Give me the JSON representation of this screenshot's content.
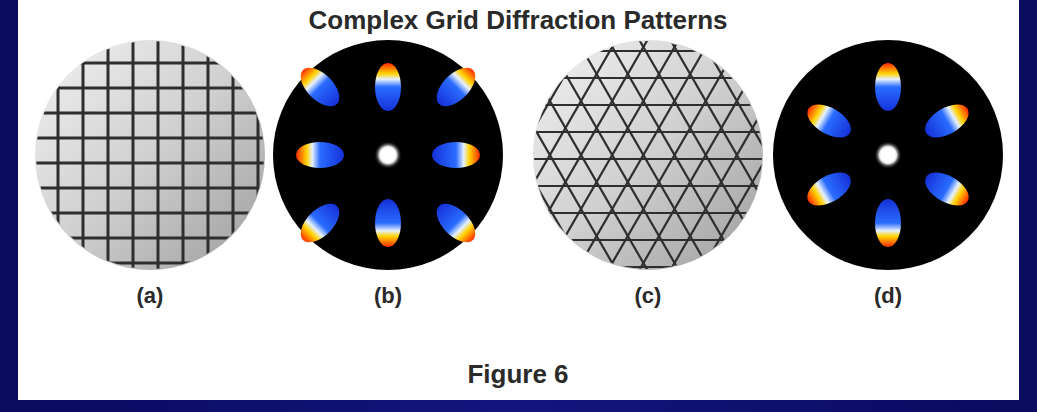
{
  "diagram": {
    "title": "Complex Grid Diffraction Patterns",
    "caption": "Figure 6",
    "labels": [
      "(a)",
      "(b)",
      "(c)",
      "(d)"
    ]
  }
}
